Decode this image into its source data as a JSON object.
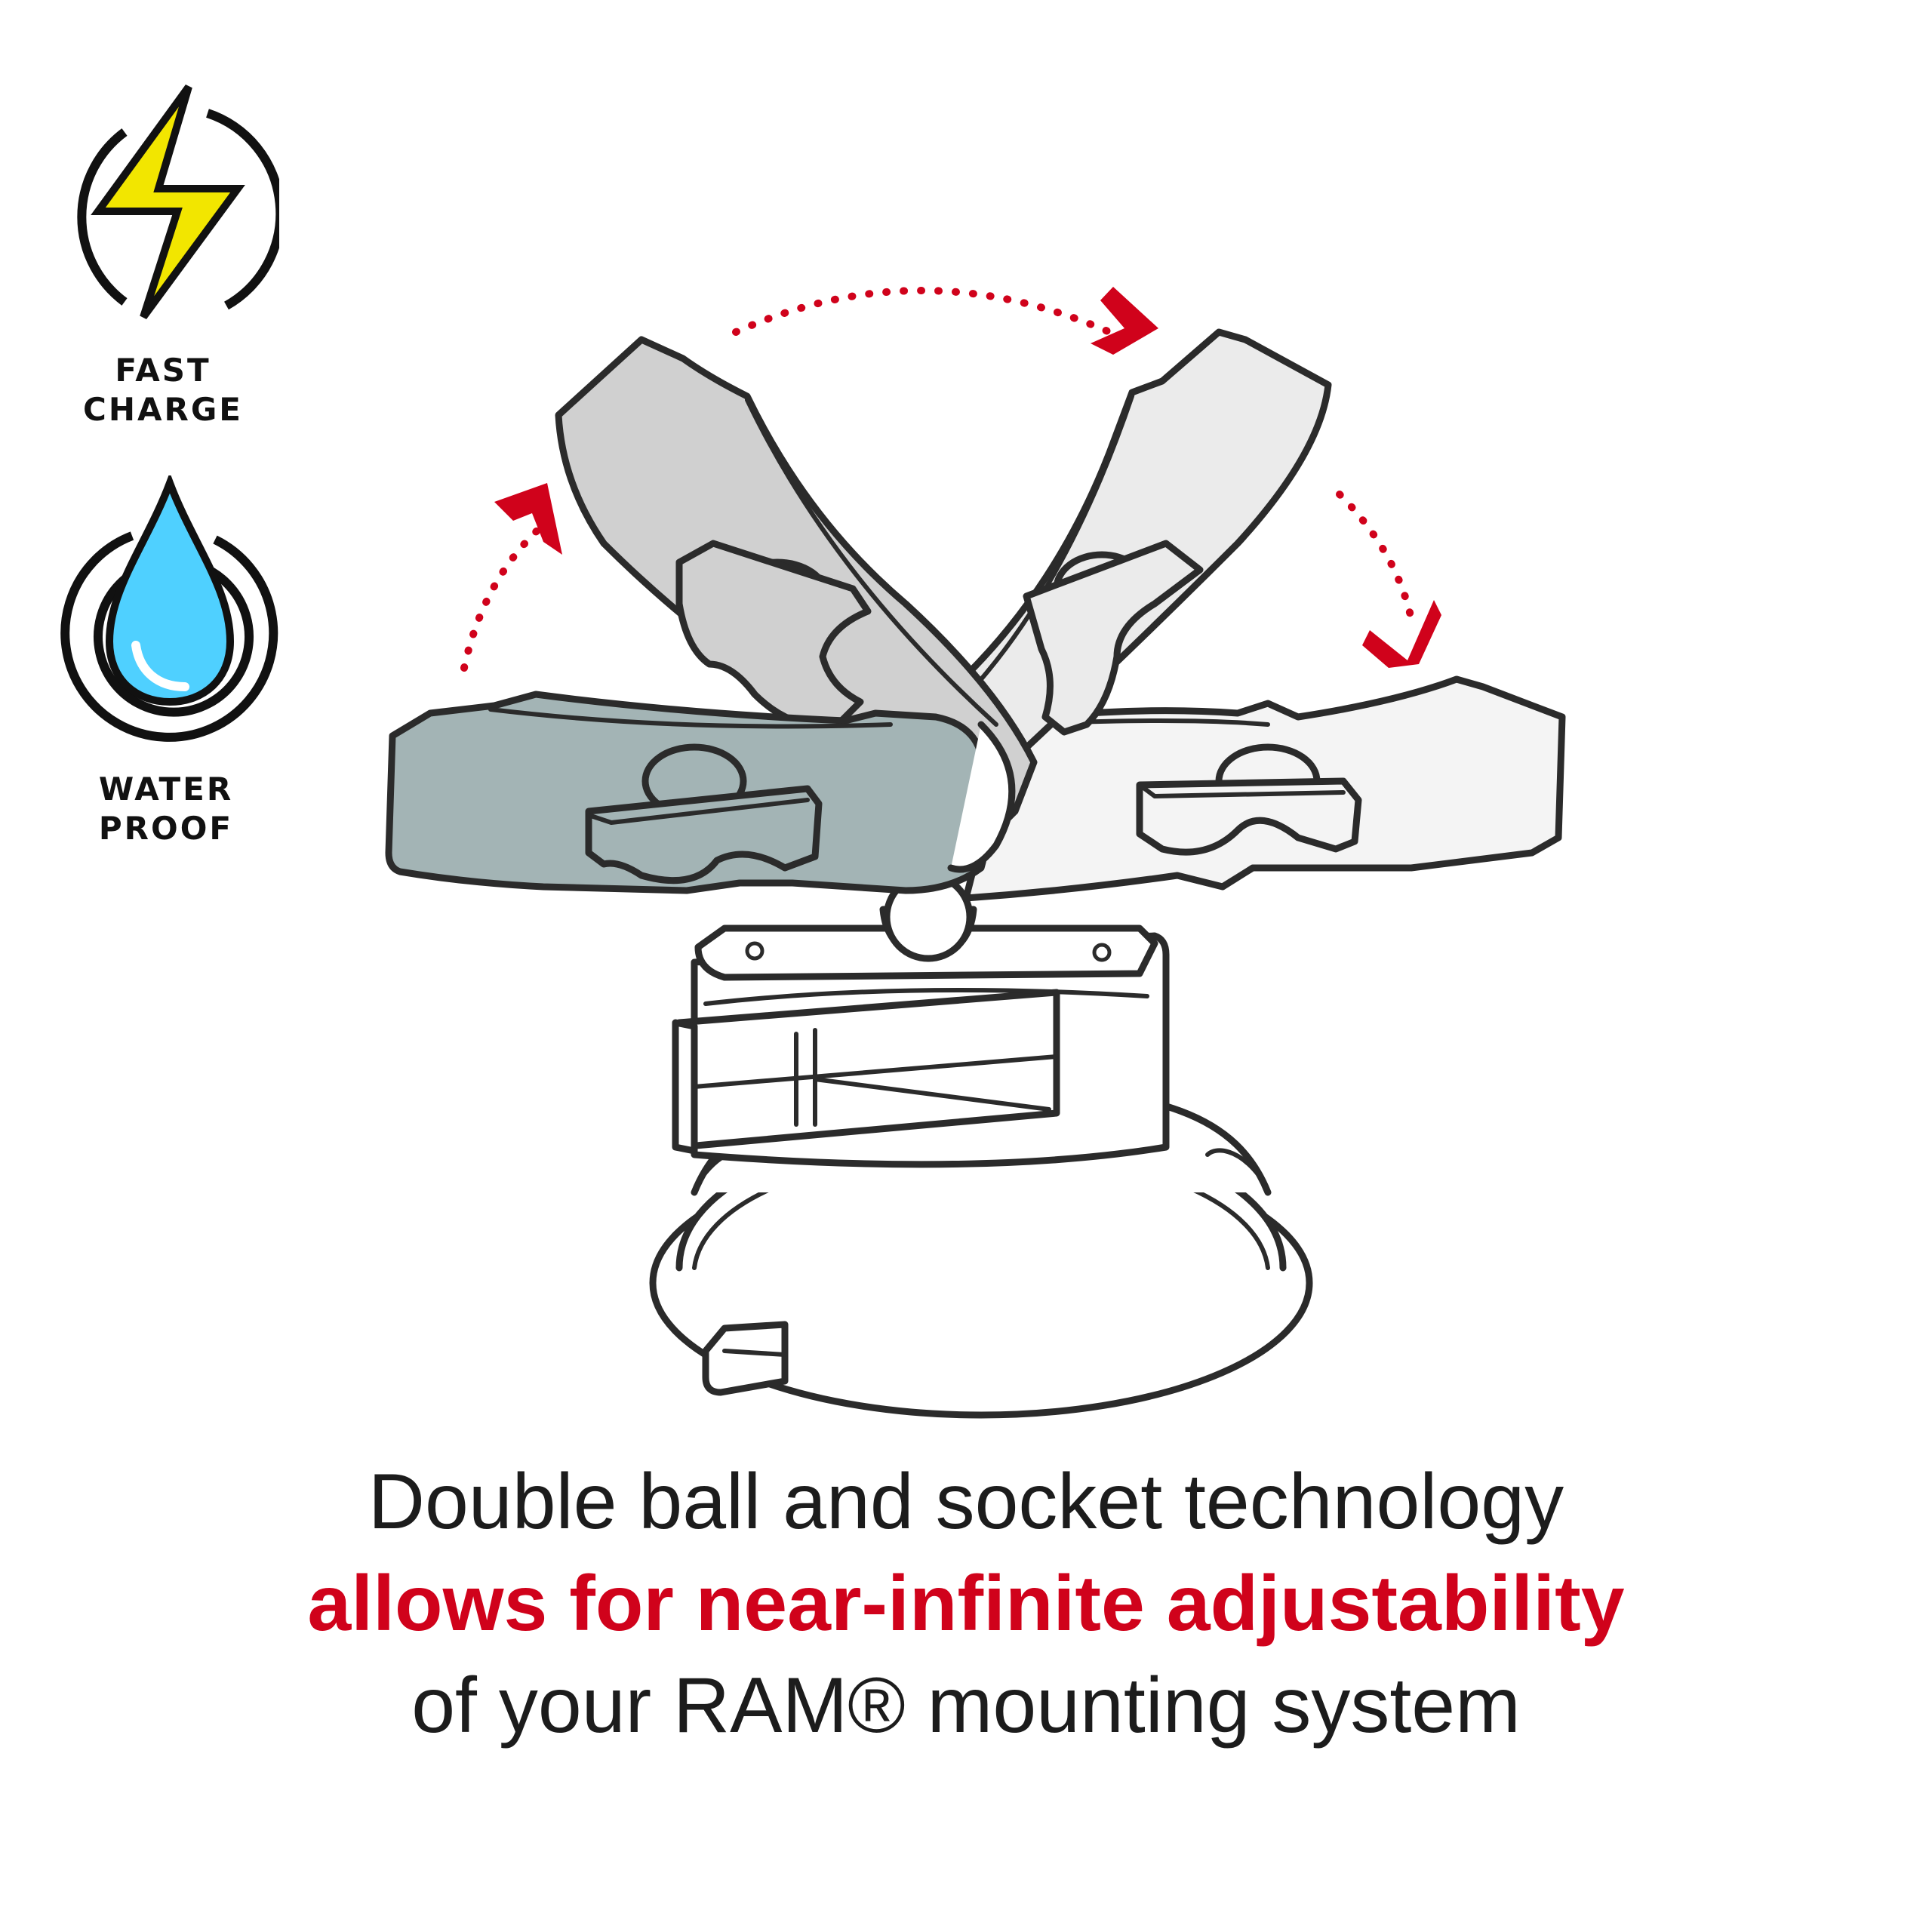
{
  "badges": [
    {
      "icon": "lightning-bolt-icon",
      "label_line1": "FAST",
      "label_line2": "CHARGE"
    },
    {
      "icon": "water-drop-icon",
      "label_line1": "WATER",
      "label_line2": "PROOF"
    }
  ],
  "caption": {
    "line1": "Double ball and socket technology",
    "line2": "allows for near-infinite adjustability",
    "line3": "of your RAM® mounting system"
  },
  "colors": {
    "accent_red": "#d0021b",
    "bolt_yellow": "#f2e600",
    "drop_blue": "#4fd0ff",
    "outline": "#2b2b2b"
  }
}
